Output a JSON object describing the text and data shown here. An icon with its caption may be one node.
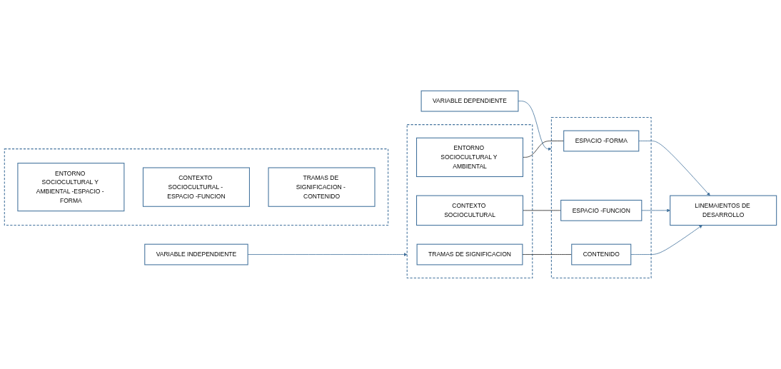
{
  "diagram": {
    "nodes": [
      {
        "text": [
          "VARIABLE INDEPENDIENTE"
        ]
      },
      {
        "text": [
          "VARIABLE DEPENDIENTE"
        ]
      },
      {
        "text": [],
        "shape": "box"
      },
      {
        "text": [
          "TRAMAS DE SIGNIFICACION"
        ],
        "in": 2
      },
      {
        "text": [
          "ENTORNO SOCIOCULTURAL Y AMBIENTAL"
        ],
        "in": 2
      },
      {
        "text": [
          "CONTEXTO SOCIOCULTURAL"
        ],
        "in": 2
      },
      {
        "text": [],
        "shape": "box"
      },
      {
        "text": [
          "ESPACIO -FORMA"
        ],
        "in": 6
      },
      {
        "text": [
          "ESPACIO -FUNCION"
        ],
        "in": 6
      },
      {
        "text": [
          "CONTENIDO"
        ],
        "in": 6
      },
      {
        "text": [
          "LINEMAIENTOS DE DESARROLLO"
        ]
      },
      {
        "text": [],
        "shape": "box"
      },
      {
        "text": [
          "ENTORNO SOCIOCULTURAL Y AMBIENTAL -ESPACIO - FORMA"
        ],
        "in": 11
      },
      {
        "text": [
          "CONTEXTO SOCIOCULTURAL - ESPACIO -FUNCION"
        ],
        "in": 11
      },
      {
        "text": [
          "TRAMAS DE SIGNIFICACION - CONTENIDO"
        ],
        "in": 11
      }
    ],
    "edges": [
      {
        "from": 0,
        "to": 2,
        "arrow": "to"
      },
      {
        "from": 1,
        "to": 6,
        "arrow": "to"
      },
      {
        "from": 3,
        "to": 9,
        "arrow": "none",
        "color": "#222222"
      },
      {
        "from": 4,
        "to": 7,
        "arrow": "none",
        "color": "#222222"
      },
      {
        "from": 5,
        "to": 8,
        "arrow": "none",
        "color": "#222222"
      },
      {
        "from": 7,
        "to": 10,
        "arrow": "to"
      },
      {
        "from": 8,
        "to": 10,
        "arrow": "to"
      },
      {
        "from": 9,
        "to": 10,
        "arrow": "to"
      }
    ]
  }
}
